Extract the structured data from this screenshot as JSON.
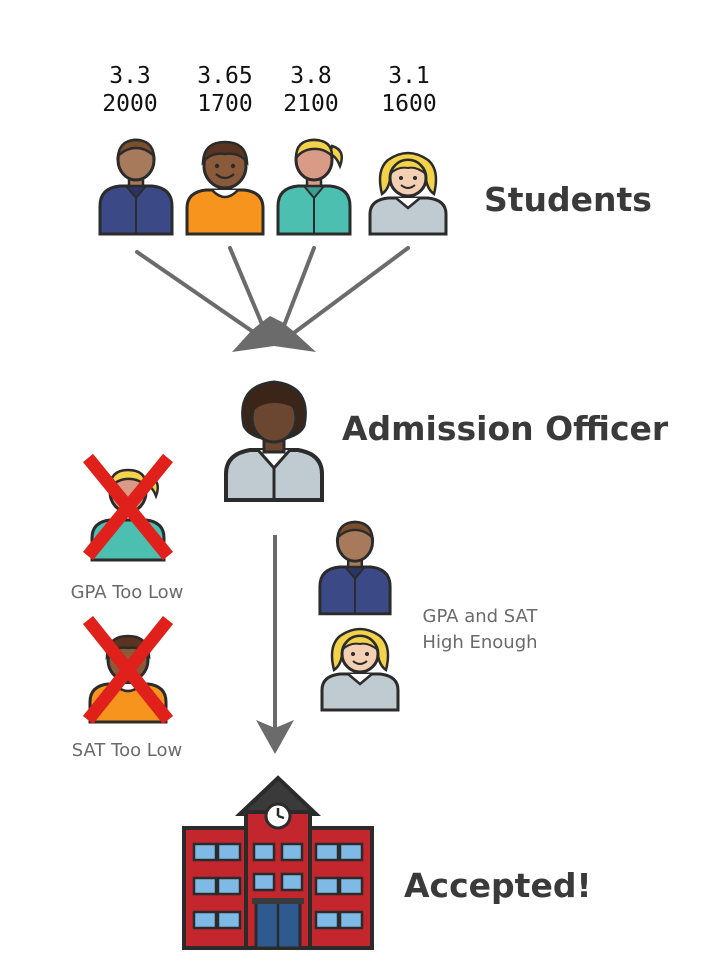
{
  "students": [
    {
      "gpa": "3.3",
      "sat": "2000",
      "icon": "student-blue-shirt-icon"
    },
    {
      "gpa": "3.65",
      "sat": "1700",
      "icon": "student-orange-shirt-icon"
    },
    {
      "gpa": "3.8",
      "sat": "2100",
      "icon": "student-teal-shirt-icon"
    },
    {
      "gpa": "3.1",
      "sat": "1600",
      "icon": "student-gray-shirt-icon"
    }
  ],
  "labels": {
    "students": "Students",
    "officer": "Admission Officer",
    "gpa_too_low": "GPA Too Low",
    "sat_too_low": "SAT Too Low",
    "high_enough_line1": "GPA and SAT",
    "high_enough_line2": "High Enough",
    "accepted": "Accepted!"
  },
  "colors": {
    "arrow": "#6b6b6b",
    "reject_x": "#e0211b",
    "outline": "#2b2b2b"
  }
}
